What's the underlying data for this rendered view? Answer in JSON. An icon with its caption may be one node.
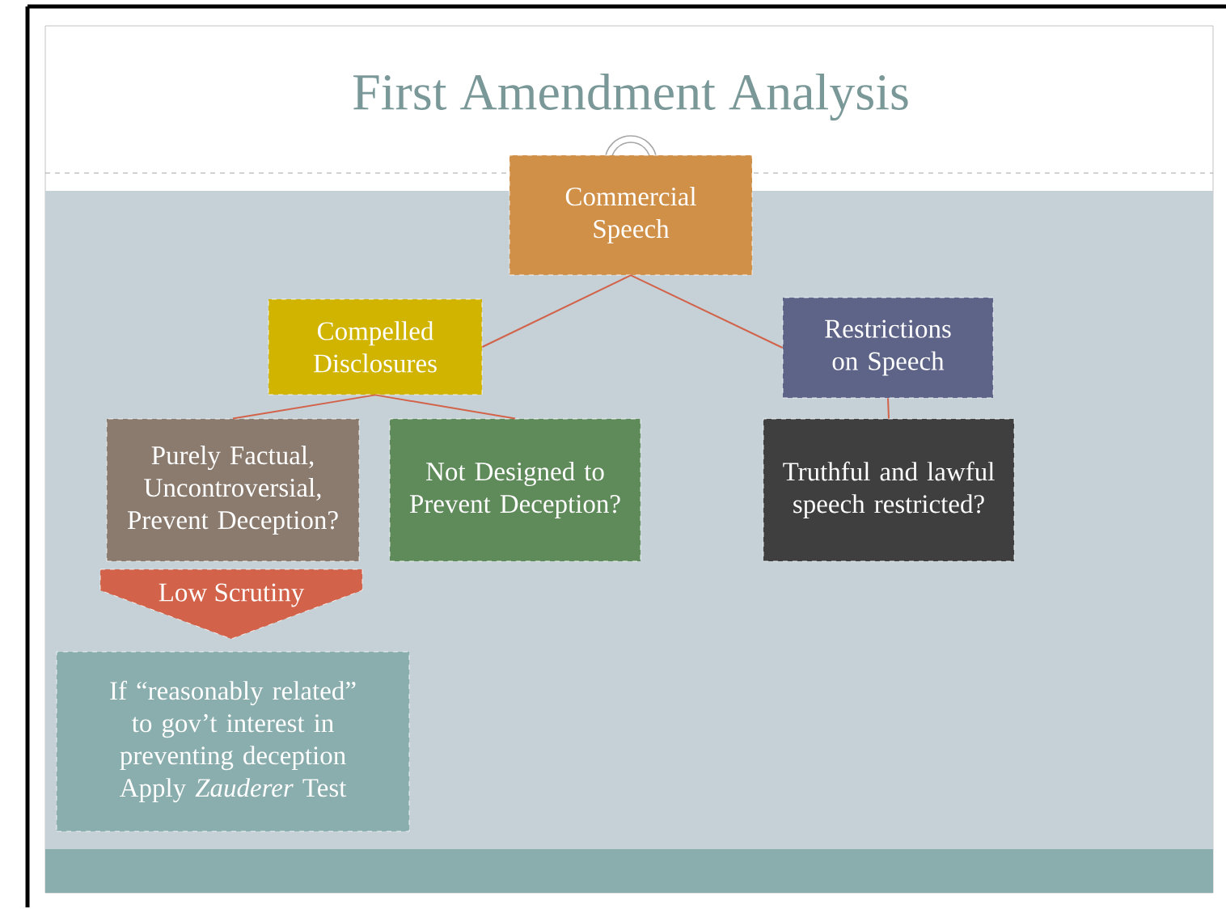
{
  "diagram": {
    "title": "First Amendment Analysis",
    "nodes": [
      {
        "text": [
          "Commercial Speech"
        ]
      },
      {
        "text": [
          "Compelled Disclosures"
        ]
      },
      {
        "text": [
          "Restrictions on Speech"
        ]
      },
      {
        "text": [
          "Purely Factual, Uncontroversial, Prevent Deception?"
        ]
      },
      {
        "text": [
          "Not Designed to Prevent Deception?"
        ]
      },
      {
        "text": [
          "Truthful and lawful speech restricted?"
        ]
      },
      {
        "text": [
          "Low Scrutiny"
        ]
      },
      {
        "text": [
          "If “reasonably related” to gov’t interest in preventing deception Apply *Zauderer* Test"
        ]
      }
    ],
    "edges": [
      {
        "from": 0,
        "to": 1,
        "arrow": "none"
      },
      {
        "from": 0,
        "to": 2,
        "arrow": "none"
      },
      {
        "from": 1,
        "to": 3,
        "arrow": "none"
      },
      {
        "from": 1,
        "to": 4,
        "arrow": "none"
      },
      {
        "from": 2,
        "to": 5,
        "arrow": "none"
      }
    ]
  }
}
